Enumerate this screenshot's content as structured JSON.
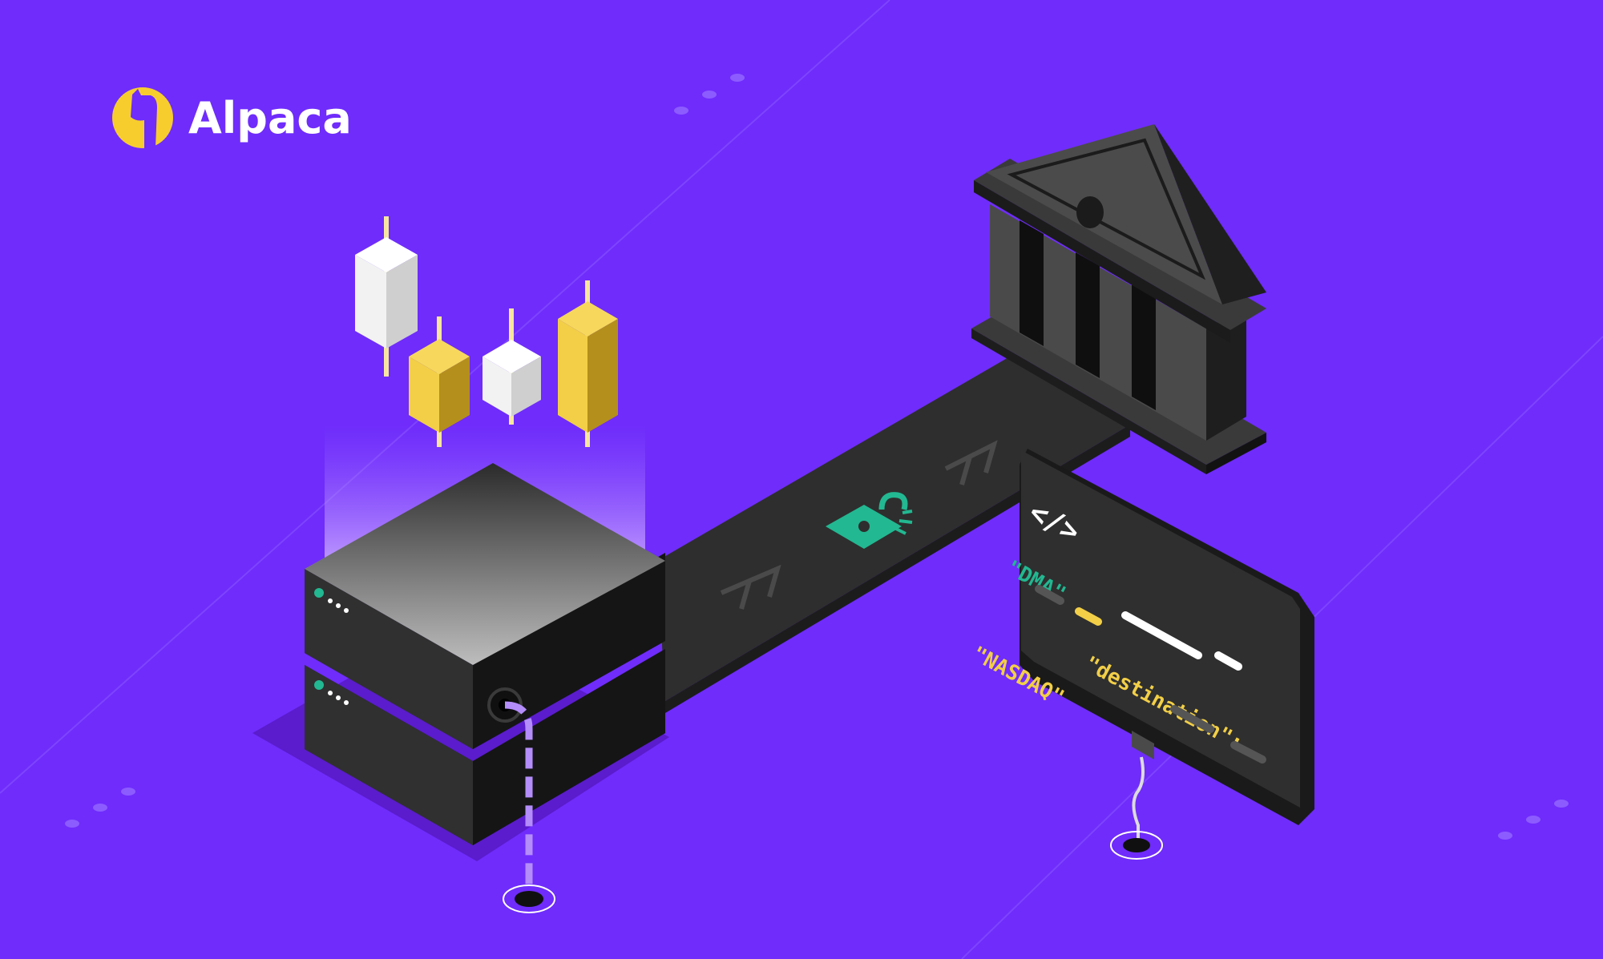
{
  "brand": {
    "name": "Alpaca",
    "logo_icon": "alpaca-head-icon",
    "accent": "#f7cd2e"
  },
  "colors": {
    "background": "#6f2cfb",
    "dark_panel": "#2f2f2f",
    "green": "#22b891",
    "yellow": "#f2cf47",
    "lavender": "#b48dfb"
  },
  "candles": {
    "colors": [
      "white",
      "yellow",
      "white",
      "yellow"
    ]
  },
  "icons": {
    "lock": "unlocked-padlock-icon",
    "bank": "bank-building-icon",
    "server": "server-stack-icon",
    "code": "code-brackets-icon"
  },
  "code_card": {
    "tag": "</>",
    "line1": "\"DMA\"",
    "line2": "\"destination\":",
    "line3": "\"NASDAQ\""
  }
}
